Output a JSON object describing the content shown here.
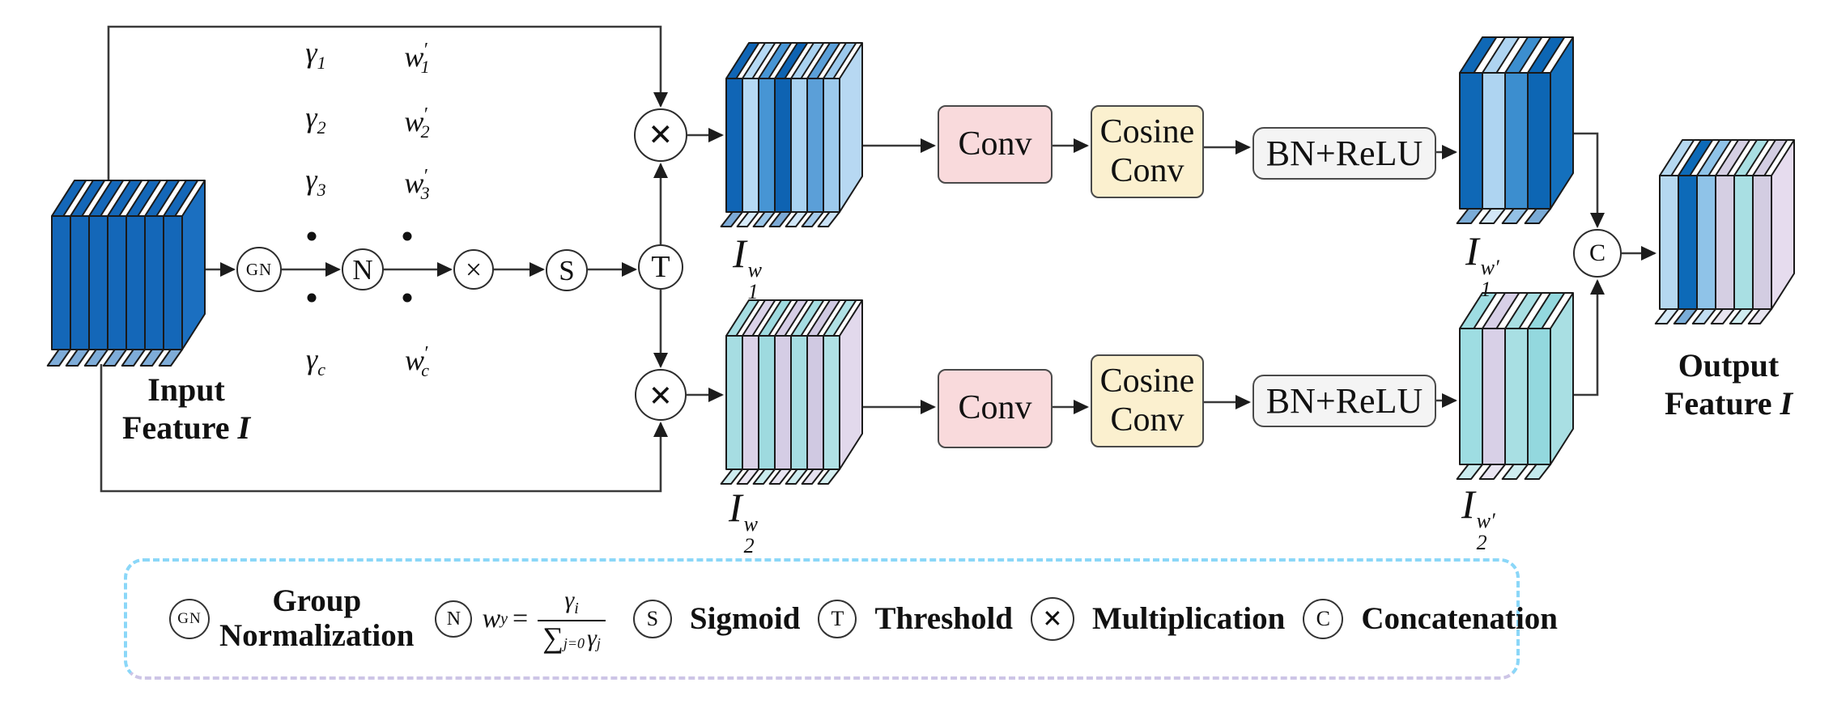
{
  "nodes": {
    "gn": "GN",
    "n": "N",
    "mult": "×",
    "s": "S",
    "t": "T",
    "c": "C"
  },
  "boxes": {
    "conv": "Conv",
    "cosine_l1": "Cosine",
    "cosine_l2": "Conv",
    "bn": "BN+ReLU"
  },
  "weights": {
    "gamma_symbol": "γ",
    "w_symbol": "w",
    "prime": "′",
    "rows": [
      {
        "g": "1",
        "w": "1"
      },
      {
        "g": "2",
        "w": "2"
      },
      {
        "g": "3",
        "w": "3"
      },
      {
        "g": "c",
        "w": "c"
      }
    ]
  },
  "stack_labels": {
    "i1w": {
      "base": "I",
      "sub": "1",
      "sup": "w"
    },
    "i2w": {
      "base": "I",
      "sub": "2",
      "sup": "w"
    },
    "i1wp": {
      "base": "I",
      "sub": "1",
      "sup": "w′"
    },
    "i2wp": {
      "base": "I",
      "sub": "2",
      "sup": "w′"
    }
  },
  "feature_labels": {
    "input_l1": "Input",
    "input_l2": "Feature ",
    "input_var": "I",
    "output_l1": "Output",
    "output_l2": "Feature ",
    "output_var": "I"
  },
  "legend": {
    "gn": "GN",
    "gn_text_l1": "Group",
    "gn_text_l2": "Normalization",
    "n": "N",
    "formula": {
      "lhs": "w",
      "lhs_sub": "y",
      "eq": "=",
      "num": "γ",
      "num_sub": "i",
      "sum": "∑",
      "sum_sub": "j=0",
      "den": "γ",
      "den_sub": "j"
    },
    "s": "S",
    "s_text": "Sigmoid",
    "t": "T",
    "t_text": "Threshold",
    "mult": "×",
    "mult_text": "Multiplication",
    "c": "C",
    "c_text": "Concatenation"
  },
  "colors": {
    "line": "#3a3a3a",
    "box_border": "#4a4a4a",
    "conv_fill": "#f9dadc",
    "cosine_fill": "#fbf0cf",
    "bn_fill": "#f4f4f4",
    "legend_blue": "#8bd7f8",
    "legend_lavender": "#cdc5e6"
  },
  "stacks": {
    "input": {
      "slabs": [
        "#1467b8",
        "#1467b8",
        "#1467b8",
        "#1467b8",
        "#1467b8",
        "#1467b8",
        "#1467b8"
      ],
      "back": "#1b6fc0"
    },
    "i1w": {
      "slabs": [
        "#1065b5",
        "#b5d9f4",
        "#4795d4",
        "#0e63b2",
        "#a9d2f0",
        "#5b9fd8",
        "#9cc9ec"
      ],
      "back": "#b7d8f2"
    },
    "i2w": {
      "slabs": [
        "#a6dde2",
        "#dad2e8",
        "#9edadf",
        "#d5cde5",
        "#a6dde2",
        "#d0c9e2",
        "#b0e1e5"
      ],
      "back": "#e2d9ec"
    },
    "i1wp": {
      "slabs": [
        "#0f68b6",
        "#aed4f1",
        "#3c8ecf",
        "#0d66b4"
      ],
      "back": "#1470bd"
    },
    "i2wp": {
      "slabs": [
        "#9edde2",
        "#d8d0e7",
        "#a8dfe3",
        "#93d8de"
      ],
      "back": "#a9dfe3"
    },
    "output": {
      "slabs": [
        "#b5d8f0",
        "#0d6ab8",
        "#8fc3e8",
        "#d5cfe3",
        "#a9dfe3",
        "#d3cde2"
      ],
      "back": "#e6dcee"
    }
  }
}
